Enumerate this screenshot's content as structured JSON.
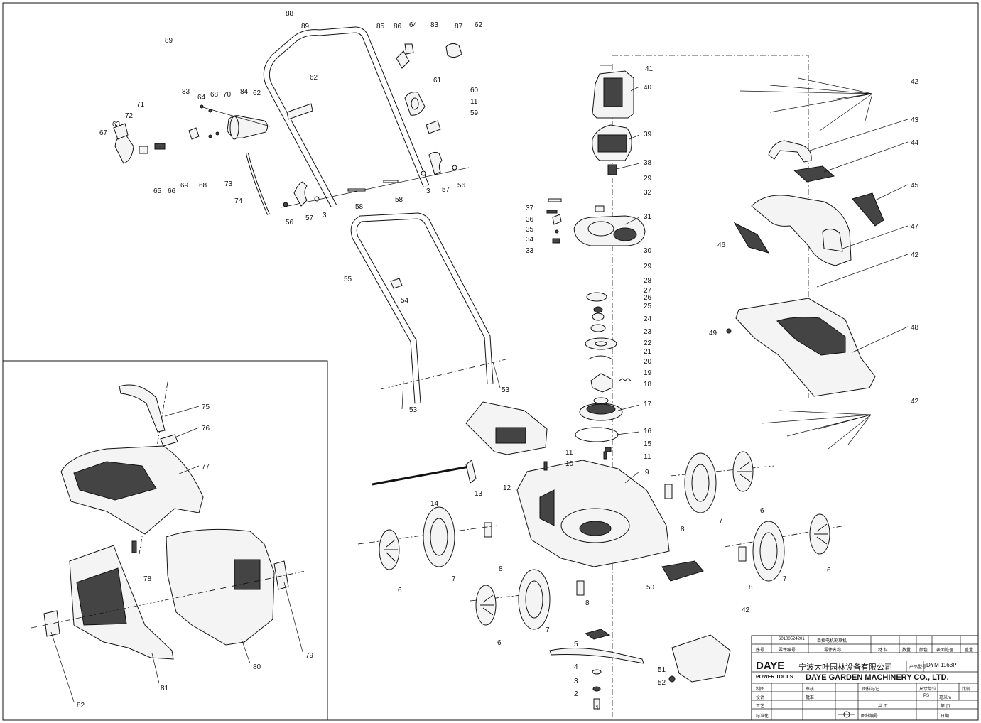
{
  "callouts": {
    "c1": "1",
    "c2": "2",
    "c3": "3",
    "c4": "4",
    "c5": "5",
    "c6": "6",
    "c7": "7",
    "c8": "8",
    "c9": "9",
    "c10": "10",
    "c11": "11",
    "c12": "12",
    "c13": "13",
    "c14": "14",
    "c15": "15",
    "c16": "16",
    "c17": "17",
    "c18": "18",
    "c19": "19",
    "c20": "20",
    "c21": "21",
    "c22": "22",
    "c23": "23",
    "c24": "24",
    "c25": "25",
    "c26": "26",
    "c27": "27",
    "c28": "28",
    "c29": "29",
    "c30": "30",
    "c31": "31",
    "c32": "32",
    "c33": "33",
    "c34": "34",
    "c35": "35",
    "c36": "36",
    "c37": "37",
    "c38": "38",
    "c39": "39",
    "c40": "40",
    "c41": "41",
    "c42": "42",
    "c43": "43",
    "c44": "44",
    "c45": "45",
    "c46": "46",
    "c47": "47",
    "c48": "48",
    "c49": "49",
    "c50": "50",
    "c51": "51",
    "c52": "52",
    "c53": "53",
    "c54": "54",
    "c55": "55",
    "c56": "56",
    "c57": "57",
    "c58": "58",
    "c59": "59",
    "c60": "60",
    "c61": "61",
    "c62": "62",
    "c63": "63",
    "c64": "64",
    "c65": "65",
    "c66": "66",
    "c67": "67",
    "c68": "68",
    "c69": "69",
    "c70": "70",
    "c71": "71",
    "c72": "72",
    "c73": "73",
    "c74": "74",
    "c75": "75",
    "c76": "76",
    "c77": "77",
    "c78": "78",
    "c79": "79",
    "c80": "80",
    "c81": "81",
    "c82": "82",
    "c83": "83",
    "c84": "84",
    "c85": "85",
    "c86": "86",
    "c87": "87",
    "c88": "88",
    "c89": "89"
  },
  "title_block": {
    "drawing_code": "60100524201",
    "product_name": "单插电机割草机",
    "h_seq": "序号",
    "h_part_no": "零件编号",
    "h_part_name": "零件名称",
    "h_material": "材 料",
    "h_qty": "数量",
    "h_color": "颜色",
    "h_surface": "表面处理",
    "h_weight": "重量",
    "brand": "DAYE",
    "brand_sub": "POWER TOOLS",
    "company_cn": "宁波大叶园林设备有限公司",
    "company_en": "DAYE GARDEN MACHINERY CO., LTD.",
    "product_model_label": "产品型号",
    "product_model": "DYM 1163P",
    "r_draw": "制图",
    "r_check": "审核",
    "r_design": "设计",
    "r_approve": "批准",
    "r_process": "工艺",
    "r_std": "标准化",
    "stage_mark": "图样标记",
    "unit": "尺寸单位",
    "unit_val": "毫米m",
    "scale": "比例",
    "ps": "PS",
    "sheets_total": "共  页",
    "sheet_no": "第  页",
    "drawing_no": "图纸编号",
    "date": "日期"
  }
}
